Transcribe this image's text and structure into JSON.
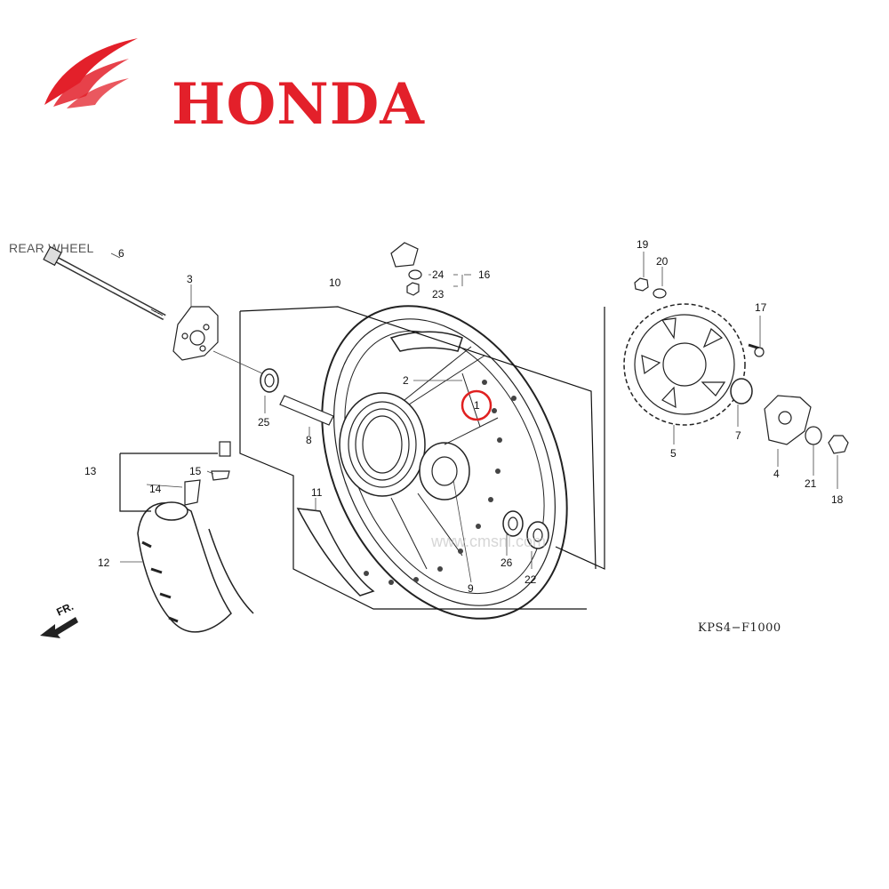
{
  "brand": {
    "name": "HONDA",
    "color": "#e3202a"
  },
  "diagram": {
    "title": "REAR WHEEL",
    "figure_code": "KPS4−F1000",
    "highlight_color": "#e02020",
    "highlighted_part": "1",
    "forward_arrow_label": "FR.",
    "watermark": "www.cmsnl.com",
    "callouts": [
      "1",
      "2",
      "3",
      "4",
      "5",
      "6",
      "7",
      "8",
      "9",
      "10",
      "11",
      "12",
      "13",
      "14",
      "15",
      "16",
      "17",
      "18",
      "19",
      "20",
      "21",
      "22",
      "23",
      "24",
      "25",
      "26"
    ]
  }
}
